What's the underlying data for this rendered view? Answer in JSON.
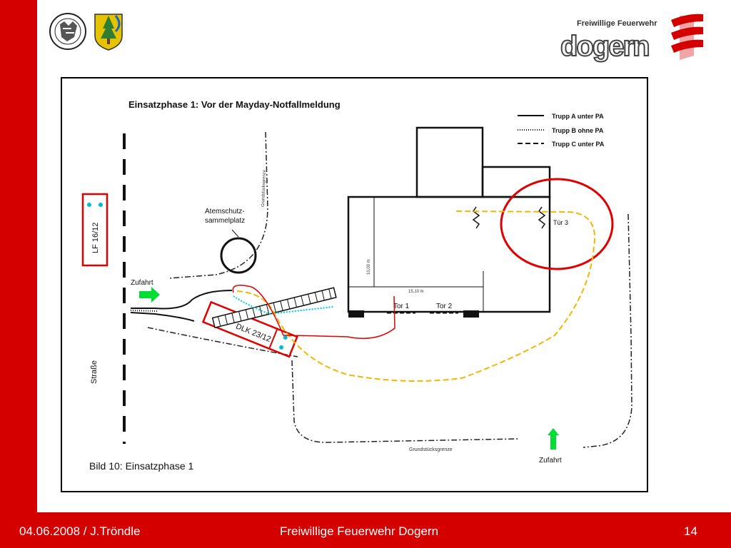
{
  "slide": {
    "footer_left": "04.06.2008 / J.Tröndle",
    "footer_center": "Freiwillige Feuerwehr Dogern",
    "page_number": "14",
    "brand_red": "#d40000"
  },
  "header": {
    "logo_text_top": "Freiwillige Feuerwehr",
    "logo_text_main": "dogern"
  },
  "diagram": {
    "title": "Einsatzphase 1: Vor der Mayday-Notfallmeldung",
    "caption": "Bild 10: Einsatzphase 1",
    "legend": [
      {
        "label": "Trupp A unter PA",
        "style": "solid"
      },
      {
        "label": "Trupp B ohne PA",
        "style": "dotted"
      },
      {
        "label": "Trupp C unter PA",
        "style": "dashed"
      }
    ],
    "labels": {
      "lf": "LF 16/12",
      "dlk": "DLK 23/12",
      "assembly": [
        "Atemschutz-",
        "sammelplatz"
      ],
      "access_left": "Zufahrt",
      "access_bottom": "Zufahrt",
      "street": "Straße",
      "property_line_top": "Grundstücksgrenze",
      "property_line_bottom": "Grundstücksgrenze",
      "door1": "Tor 1",
      "door2": "Tor 2",
      "door3": "Tür 3",
      "dim_width": "15,10 m",
      "dim_height": "10,00 m"
    }
  }
}
